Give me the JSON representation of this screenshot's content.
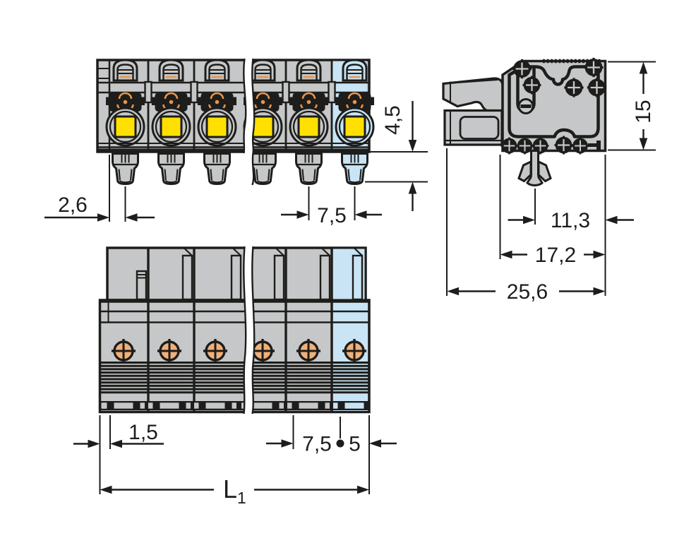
{
  "title": "connector-technical-drawing",
  "colors": {
    "line": "#1d1d1b",
    "body_grey": "#c6c7c8",
    "coding_blue": "#c9e4f4",
    "button_yellow": "#ffe000",
    "spring_orange": "#e8944a",
    "contact_orange": "#f0b078"
  },
  "views": {
    "front": {
      "dims": {
        "edge_offset": "2,6",
        "pitch": "7,5",
        "strain_relief_height": "4,5"
      }
    },
    "side": {
      "dims": {
        "height": "15",
        "foot_to_back": "11,3",
        "body_depth": "17,2",
        "total_depth": "25,6"
      }
    },
    "bottom": {
      "dims": {
        "edge_offset": "1,5",
        "pitch": "7,5",
        "end_offset": "5",
        "total_length_main": "L",
        "total_length_sub": "1"
      }
    }
  }
}
